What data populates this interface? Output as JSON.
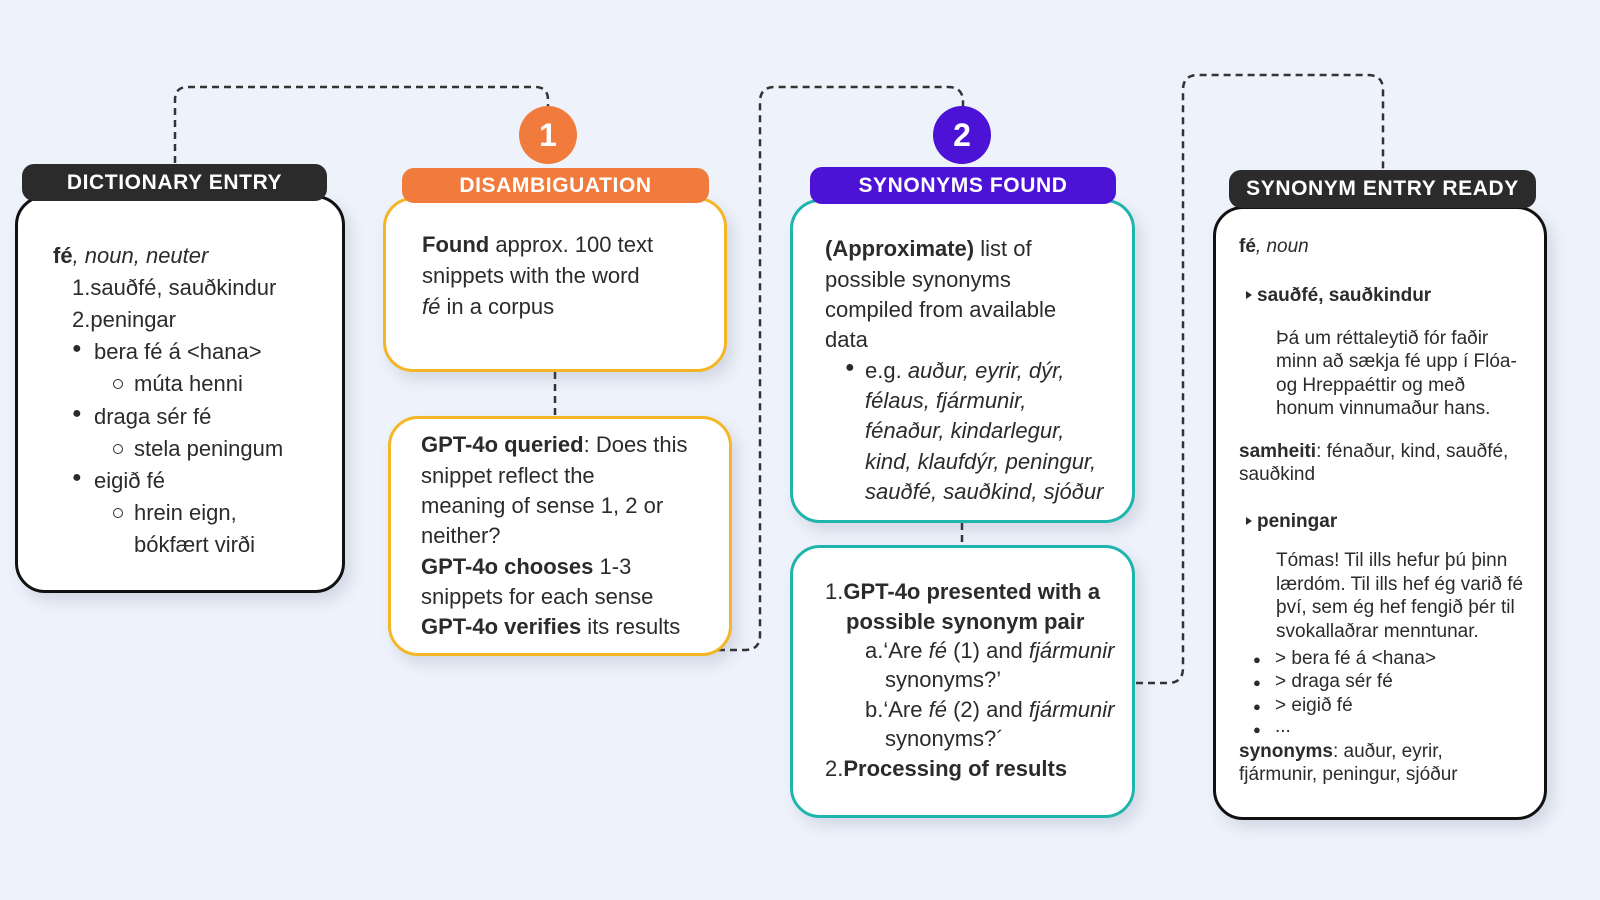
{
  "stages": {
    "dictionary_entry": {
      "title": "DICTIONARY ENTRY",
      "headword": "fé",
      "grammar": ", noun, neuter",
      "senses": [
        {
          "num": "1.",
          "text": "sauðfé, sauðkindur"
        },
        {
          "num": "2.",
          "text": "peningar"
        }
      ],
      "idioms": [
        {
          "phrase": "bera fé á <hana>",
          "meaning": [
            "múta henni"
          ]
        },
        {
          "phrase": "draga sér fé",
          "meaning": [
            "stela peningum"
          ]
        },
        {
          "phrase": "eigið fé",
          "meaning": [
            "hrein eign,",
            "bókfært virði"
          ]
        }
      ]
    },
    "disambiguation": {
      "step": "1",
      "title": "DISAMBIGUATION",
      "found_bold": "Found",
      "found_line1": " approx. 100 text",
      "found_line2": "snippets with the word",
      "found_word": "fé",
      "found_line3": " in a corpus",
      "query_bold": "GPT-4o queried",
      "query_line1": ": Does this",
      "query_line2": "snippet reflect the",
      "query_line3": "meaning of sense 1, 2 or",
      "query_line4": "neither?",
      "choose_bold": "GPT-4o chooses",
      "choose_text": " 1-3",
      "choose_line2": "snippets for each sense",
      "verify_bold": "GPT-4o verifies",
      "verify_text": " its results"
    },
    "synonyms_found": {
      "step": "2",
      "title": "SYNONYMS FOUND",
      "intro_bold": "(Approximate)",
      "intro_line1": " list of",
      "intro_line2": "possible synonyms",
      "intro_line3": "compiled from available",
      "intro_line4": "data",
      "eg_prefix": "e.g. ",
      "example_lines": [
        "auður, eyrir, dýr,",
        "félaus, fjármunir,",
        "fénaður, kindarlegur,",
        "kind, klaufdýr, peningur,",
        "sauðfé, sauðkind, sjóður"
      ],
      "step1_num": "1.",
      "step1_line1": "GPT-4o presented with a",
      "step1_line2": "possible synonym pair",
      "q_a_label": "a.",
      "q_a_open": "‘Are ",
      "q_a_word1": "fé",
      "q_a_mid": " (1) and ",
      "q_a_word2": "fjármunir",
      "q_a_end": "synonyms?’",
      "q_b_label": "b.",
      "q_b_open": "‘Are ",
      "q_b_word1": "fé",
      "q_b_mid": " (2) and ",
      "q_b_word2": "fjármunir",
      "q_b_end": "synonyms?´",
      "step2_num": "2.",
      "step2_text": "Processing of results"
    },
    "synonym_entry": {
      "title": "SYNONYM ENTRY READY",
      "headword": "fé",
      "pos": ", noun",
      "sense1_label": "sauðfé, sauðkindur",
      "sense1_example": [
        "Þá um réttaleytið fór faðir",
        "minn að sækja fé upp í Flóa-",
        "og Hreppaéttir og með",
        "honum vinnumaður hans."
      ],
      "samheiti_label": "samheiti",
      "samheiti_text": ": fénaður, kind, sauðfé,",
      "samheiti_line2": "sauðkind",
      "sense2_label": "peningar",
      "sense2_example": [
        "Tómas! Til ills hefur þú þinn",
        "lærdóm. Til ills hef ég varið fé",
        "því, sem ég hef fengið þér til",
        "svokallaðrar menntunar."
      ],
      "idioms": [
        "> bera fé á <hana>",
        "> draga sér fé",
        "> eigið fé",
        "..."
      ],
      "synonyms_label": "synonyms",
      "synonyms_text": ": auður, eyrir,",
      "synonyms_line2": "fjármunir, peningur, sjóður"
    }
  },
  "colors": {
    "orange": "#f07b3c",
    "amber_border": "#f5b626",
    "purple": "#4c12d6",
    "teal": "#1fb5ad",
    "dark": "#2b2b2b",
    "background": "#eef2fb"
  }
}
